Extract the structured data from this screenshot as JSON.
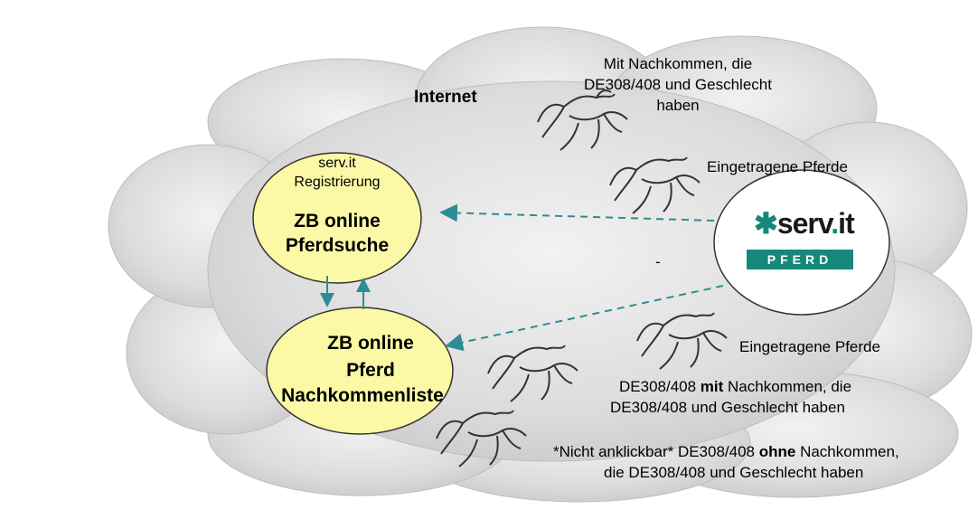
{
  "title_internet": "Internet",
  "ellipse_top": {
    "line1": "serv.it",
    "line2": "Registrierung",
    "line3": "ZB online",
    "line4": "Pferdsuche"
  },
  "ellipse_bottom": {
    "line1": "ZB online",
    "line2": "Pferd",
    "line3": "Nachkommenliste"
  },
  "logo": {
    "word_prefix": "serv",
    "word_dot": ".",
    "word_suffix": "it",
    "band": "PFERD",
    "color": "#14897a"
  },
  "labels": {
    "top_group": [
      "Mit Nachkommen, die",
      "DE308/408 und Geschlecht",
      "haben"
    ],
    "top_registered": "Eingetragene Pferde",
    "bottom_registered": "Eingetragene Pferde",
    "with_prefix": "DE308/408 ",
    "with_bold": "mit",
    "with_suffix": " Nachkommen, die",
    "with_line2": "DE308/408 und Geschlecht haben",
    "without_prefix": "*Nicht anklickbar* DE308/408 ",
    "without_bold": "ohne",
    "without_suffix": " Nachkommen,",
    "without_line2": "die DE308/408 und Geschlecht haben",
    "dash": "-"
  },
  "colors": {
    "ellipse_fill": "#fbf8a6",
    "arrow": "#2e8d94",
    "cloud": "#dedede"
  }
}
